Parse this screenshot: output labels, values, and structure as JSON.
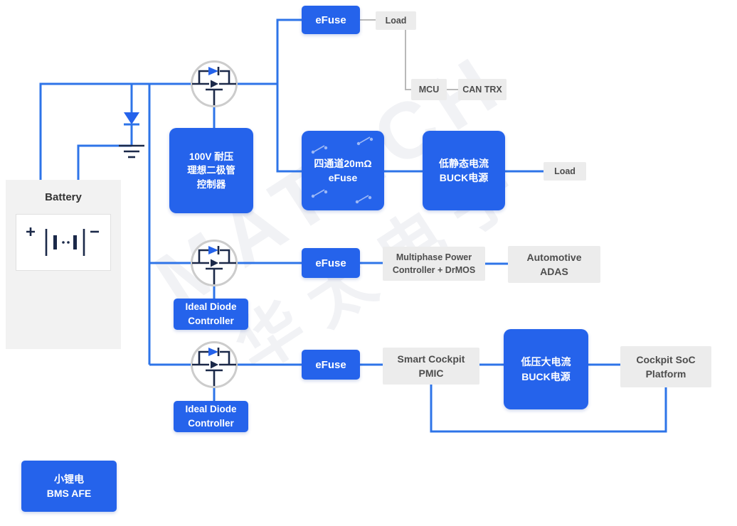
{
  "colors": {
    "accent_blue": "#2563eb",
    "wire_blue": "#2e74e8",
    "wire_gray": "#b9b9b9",
    "navy": "#1b2949",
    "gray_box_bg": "#ececec",
    "gray_box_text": "#4d4d4d",
    "panel_bg": "#f2f2f2"
  },
  "icons": {
    "mosfet": "mosfet-with-body-diode-symbol",
    "battery": "battery-cells-symbol",
    "diode_ground": "diode-to-ground-symbol",
    "switch": "efuse-switch-symbol"
  },
  "watermark": {
    "latin": "MATECH",
    "cjk": "华太电子"
  },
  "battery": {
    "title": "Battery",
    "bms": [
      "小锂电",
      "BMS AFE"
    ]
  },
  "nodes": {
    "efuse_top": "eFuse",
    "load_top": "Load",
    "mcu": "MCU",
    "can_trx": "CAN TRX",
    "controller_100v": [
      "100V 耐压",
      "理想二极管",
      "控制器"
    ],
    "quad_efuse": [
      "四通道20mΩ",
      "eFuse"
    ],
    "buck_low_iq": [
      "低静态电流",
      "BUCK电源"
    ],
    "load_mid": "Load",
    "efuse_mid": "eFuse",
    "multiphase": [
      "Multiphase Power",
      "Controller + DrMOS"
    ],
    "adas": [
      "Automotive",
      "ADAS"
    ],
    "idc_mid": [
      "Ideal Diode",
      "Controller"
    ],
    "efuse_bot": "eFuse",
    "pmic": [
      "Smart Cockpit",
      "PMIC"
    ],
    "buck_high_current": [
      "低压大电流",
      "BUCK电源"
    ],
    "cockpit_soc": [
      "Cockpit SoC",
      "Platform"
    ],
    "idc_bot": [
      "Ideal Diode",
      "Controller"
    ]
  }
}
